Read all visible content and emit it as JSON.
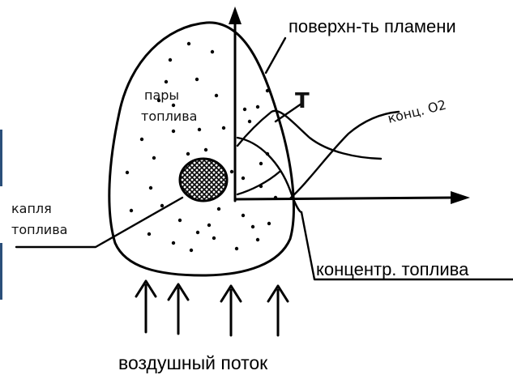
{
  "labels": {
    "flame_surface": "поверхн-ть пламени",
    "fuel_vapor_line1": "пары",
    "fuel_vapor_line2": "топлива",
    "temperature": "T",
    "o2_concentration": "конц. O2",
    "droplet_line1": "капля",
    "droplet_line2": "топлива",
    "fuel_concentration": "концентр. топлива",
    "airflow": "воздушный поток"
  },
  "colors": {
    "ink": "#000000",
    "paper": "#ffffff",
    "edge_mark": "#2b4f7a"
  },
  "icons": {
    "droplet": "cross-hatched-circle",
    "arrows": "up-arrow"
  }
}
